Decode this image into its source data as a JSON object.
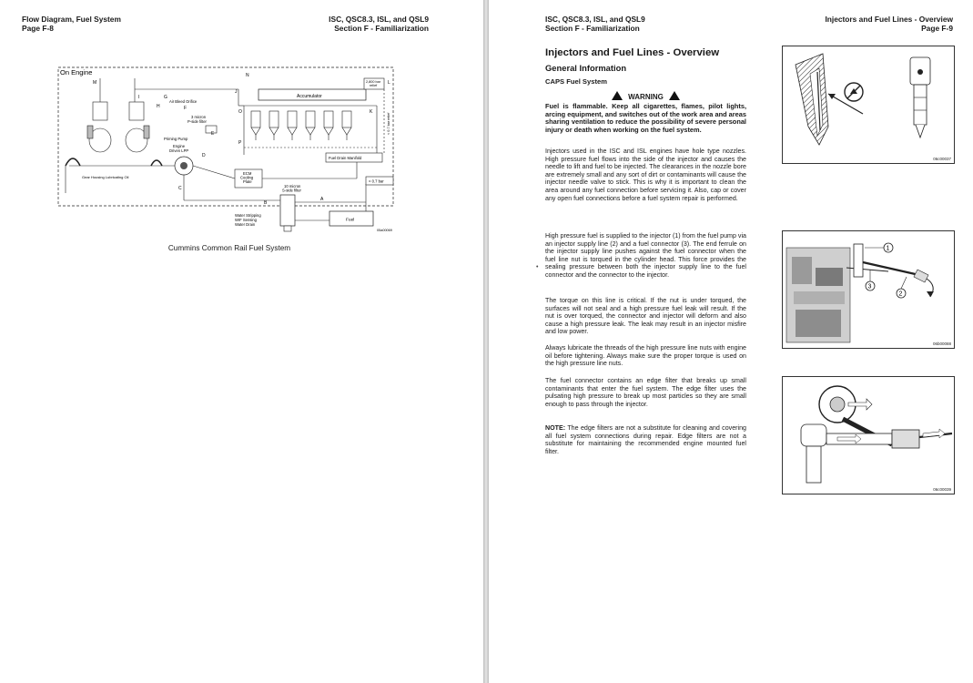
{
  "left_page": {
    "header_left_line1": "Flow Diagram, Fuel System",
    "header_left_line2": "Page F-8",
    "header_right_line1": "ISC, QSC8.3, ISL, and QSL9",
    "header_right_line2": "Section F - Familiarization",
    "diagram": {
      "on_engine": "On Engine",
      "accumulator": "Accumulator",
      "relief": "2,800 bar\nrelief",
      "air_bleed": "Air Bleed Orifice",
      "filter_3micron": "3 micron\nP-side filter",
      "priming_pump": "Priming Pump",
      "engine_driven": "Engine\nDriven LPP",
      "gear_housing": "Gear Housing Lubricating Oil",
      "ecm_cooling": "ECM\nCooling\nPlate",
      "fuel_drain": "Fuel Drain Manifold",
      "bar_07": "< 0.7 bar",
      "relief_07": "< 0.7 bar relief",
      "filter_10micron": "10 micron\nS-side filter",
      "fuel": "Fuel",
      "water_items": [
        "Water Stripping",
        "WIF Sensing",
        "Water Drain"
      ],
      "code": "05a00069",
      "letters": [
        "A",
        "B",
        "C",
        "D",
        "E",
        "F",
        "G",
        "H",
        "I",
        "J",
        "K",
        "L",
        "M",
        "N",
        "O",
        "P"
      ]
    },
    "caption": "Cummins Common Rail Fuel System"
  },
  "right_page": {
    "header_left_line1": "ISC, QSC8.3, ISL, and QSL9",
    "header_left_line2": "Section F - Familiarization",
    "header_right_line1": "Injectors and Fuel Lines - Overview",
    "header_right_line2": "Page F-9",
    "title": "Injectors and Fuel Lines - Overview",
    "subtitle": "General Information",
    "subsubtitle": "CAPS Fuel System",
    "warning_label": "WARNING",
    "warning_text": "Fuel is flammable. Keep all cigarettes, flames, pilot lights, arcing equipment, and switches out of the work area and areas sharing ventilation to reduce the possibility of severe personal injury or death when working on the fuel system.",
    "paragraphs": [
      "Injectors used in the ISC and ISL engines have hole type nozzles. High pressure fuel flows into the side of the injector and causes the needle to lift and fuel to be injected. The clearances in the nozzle bore are extremely small and any sort of dirt or contaminants will cause the injector needle valve to stick. This is why it is important to clean the area around any fuel connection before servicing it. Also, cap or cover any open fuel connections before a fuel system repair is performed.",
      "High pressure fuel is supplied to the injector (1) from the fuel pump via an injector supply line (2) and a fuel connector (3). The end ferrule on the injector supply line pushes against the fuel connector when the fuel line nut is torqued in the cylinder head. This force provides the sealing pressure between both the injector supply line to the fuel connector and the connector to the injector.",
      "The torque on this line is critical. If the nut is under torqued, the surfaces will not seal and a high pressure fuel leak will result. If the nut is over torqued, the connector and injector will deform and also cause a high pressure leak. The leak may result in an injector misfire and low power.",
      "Always lubricate the threads of the high pressure line nuts with engine oil before tightening. Always make sure the proper torque is used on the high pressure line nuts.",
      "The fuel connector contains an edge filter that breaks up small contaminants that enter the fuel system. The edge filter uses the pulsating high pressure to break up most particles so they are small enough to pass through the injector."
    ],
    "note_label": "NOTE:",
    "note_text": "The edge filters are not a substitute for cleaning and covering all fuel system connections during repair. Edge filters are not a substitute for maintaining the recommended engine mounted fuel filter.",
    "figure_codes": [
      "06c00037",
      "06b00088",
      "06c00039"
    ],
    "callouts": [
      "1",
      "2",
      "3"
    ]
  },
  "colors": {
    "page": "#ffffff",
    "background": "#d7d7d7",
    "ink": "#1a1a1a"
  }
}
